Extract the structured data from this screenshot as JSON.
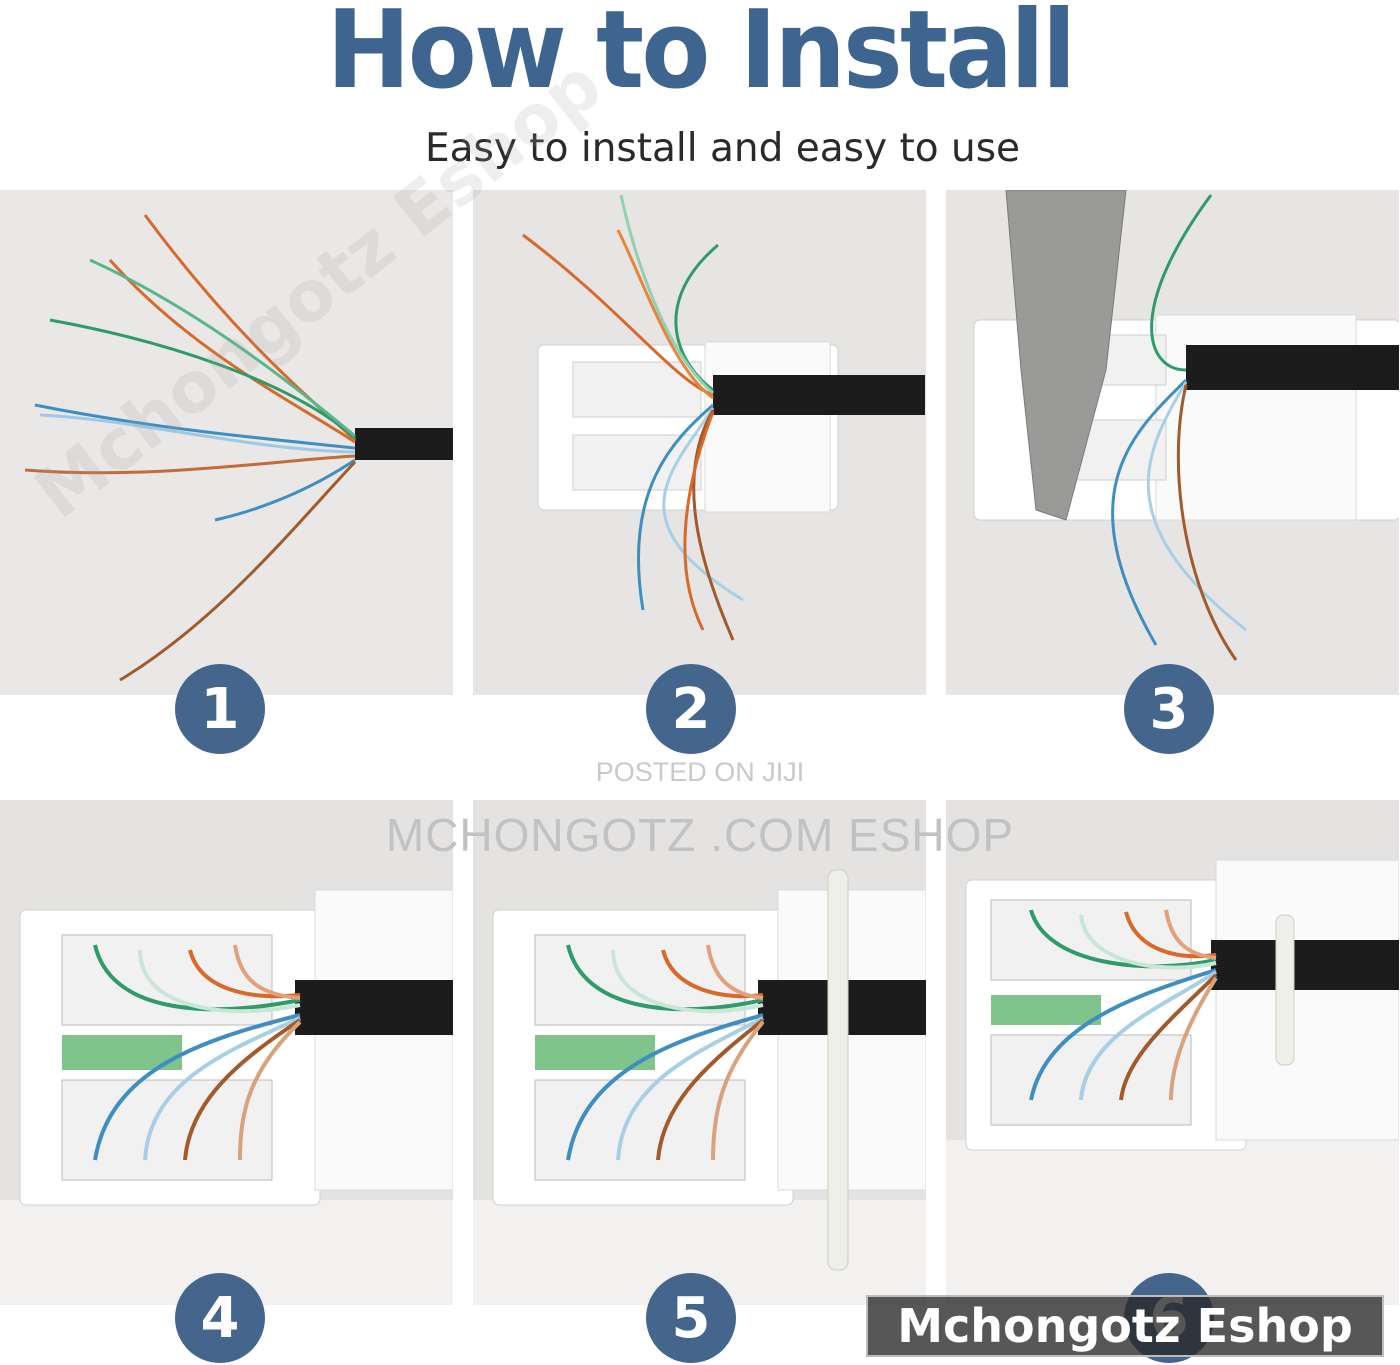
{
  "header": {
    "title": "How to Install",
    "subtitle": "Easy to install and easy to use"
  },
  "steps": [
    {
      "number": "1",
      "image": "stripped-cable-wires"
    },
    {
      "number": "2",
      "image": "wires-routed-into-keystone-jack"
    },
    {
      "number": "3",
      "image": "scissors-trimming-excess-wires"
    },
    {
      "number": "4",
      "image": "wires-seated-in-jack-slots"
    },
    {
      "number": "5",
      "image": "cable-tie-attached"
    },
    {
      "number": "6",
      "image": "cable-tie-secured-finished"
    }
  ],
  "watermarks": {
    "posted": "POSTED ON JIJI",
    "site": "MCHONGOTZ .COM ESHOP",
    "diagonal": "Mchongotz Eshop",
    "badge": "Mchongotz Eshop"
  },
  "colors": {
    "title": "#3e6590",
    "circle": "#44668d",
    "panel_bg": "#e9e7e5",
    "wire_orange": "#d9692a",
    "wire_green": "#2f9a6a",
    "wire_blue": "#3f8ec2",
    "wire_brown": "#a35a2a",
    "cable": "#1d1d1d"
  }
}
